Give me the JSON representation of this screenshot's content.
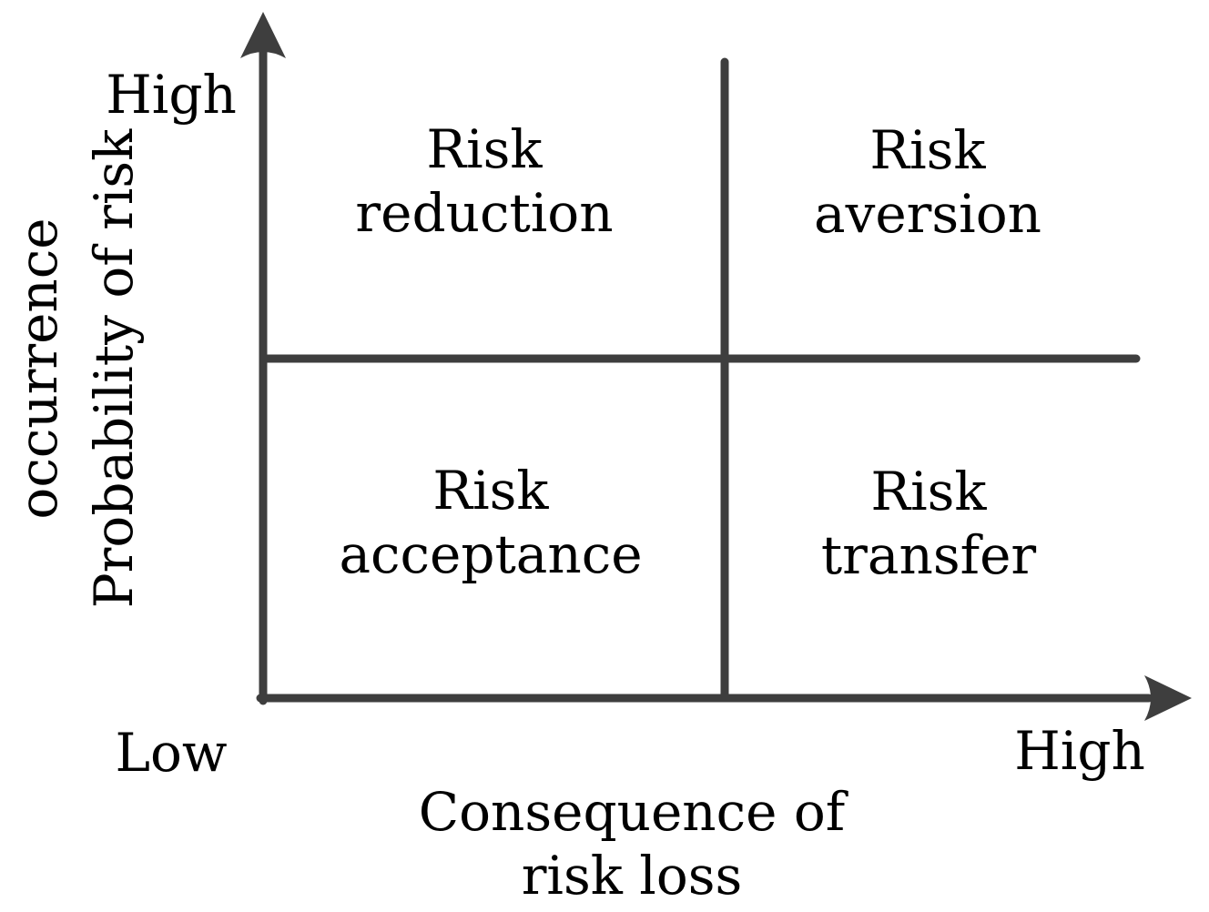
{
  "colors": {
    "line": "#3e3e3e",
    "text": "#000000",
    "background": "#ffffff"
  },
  "y_axis": {
    "high_label": "High",
    "title_line1": "Probability of risk",
    "title_line2": "occurrence"
  },
  "x_axis": {
    "low_label": "Low",
    "high_label": "High",
    "title_line1": "Consequence of",
    "title_line2": "risk loss"
  },
  "quadrants": {
    "top_left": {
      "line1": "Risk",
      "line2": "reduction"
    },
    "top_right": {
      "line1": "Risk",
      "line2": "aversion"
    },
    "bottom_left": {
      "line1": "Risk",
      "line2": "acceptance"
    },
    "bottom_right": {
      "line1": "Risk",
      "line2": "transfer"
    }
  }
}
